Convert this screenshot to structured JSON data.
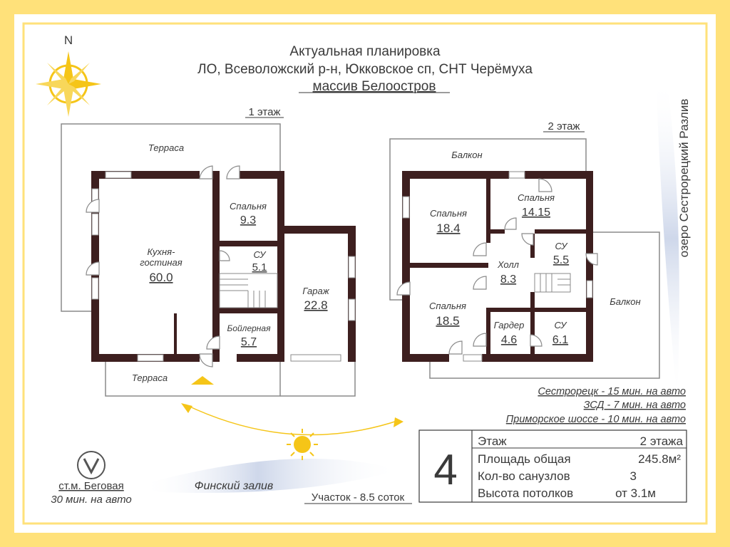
{
  "header": {
    "title": "Актуальная планировка",
    "address": "ЛО, Всеволожский р-н, Юкковское сп, СНТ Черёмуха",
    "area": "массив Белоостров"
  },
  "compass": {
    "label": "N"
  },
  "lake": {
    "label": "озеро Сестрорецкий Разлив"
  },
  "floor1": {
    "label": "1 этаж",
    "terrace_top": "Терраса",
    "terrace_bottom": "Терраса",
    "rooms": [
      {
        "name": "Кухня-\nгостиная",
        "line1": "Кухня-",
        "line2": "гостиная",
        "area": "60.0"
      },
      {
        "name": "Спальня",
        "area": "9.3"
      },
      {
        "name": "СУ",
        "area": "5.1"
      },
      {
        "name": "Гараж",
        "area": "22.8"
      },
      {
        "name": "Бойлерная",
        "area": "5.7"
      }
    ]
  },
  "floor2": {
    "label": "2 этаж",
    "balcony_top": "Балкон",
    "balcony_right": "Балкон",
    "rooms": [
      {
        "name": "Спальня",
        "area": "18.4"
      },
      {
        "name": "Спальня",
        "area": "14.15"
      },
      {
        "name": "Холл",
        "area": "8.3"
      },
      {
        "name": "СУ",
        "area": "5.5"
      },
      {
        "name": "Спальня",
        "area": "18.5"
      },
      {
        "name": "Гардер",
        "area": "4.6"
      },
      {
        "name": "СУ",
        "area": "6.1"
      }
    ]
  },
  "distances": [
    "Сестрорецк - 15 мин. на авто",
    "ЗСД - 7 мин. на авто",
    "Приморское шоссе - 10 мин. на авто"
  ],
  "metro": {
    "station": "ст.м. Беговая",
    "time": "30 мин. на авто"
  },
  "gulf": {
    "label": "Финский залив"
  },
  "plot": {
    "label": "Участок - 8.5 соток"
  },
  "info": {
    "number": "4",
    "rows": [
      {
        "label": "Этаж",
        "value": "2 этажа"
      },
      {
        "label": "Площадь общая",
        "value": "245.8м²"
      },
      {
        "label": "Кол-во санузлов",
        "value": "3"
      },
      {
        "label": "Высота потолков",
        "value": "от 3.1м"
      }
    ]
  },
  "colors": {
    "frame": "#ffe17a",
    "wall": "#3d1f1f",
    "sun": "#f5c518",
    "water": "#cfd8ea"
  }
}
